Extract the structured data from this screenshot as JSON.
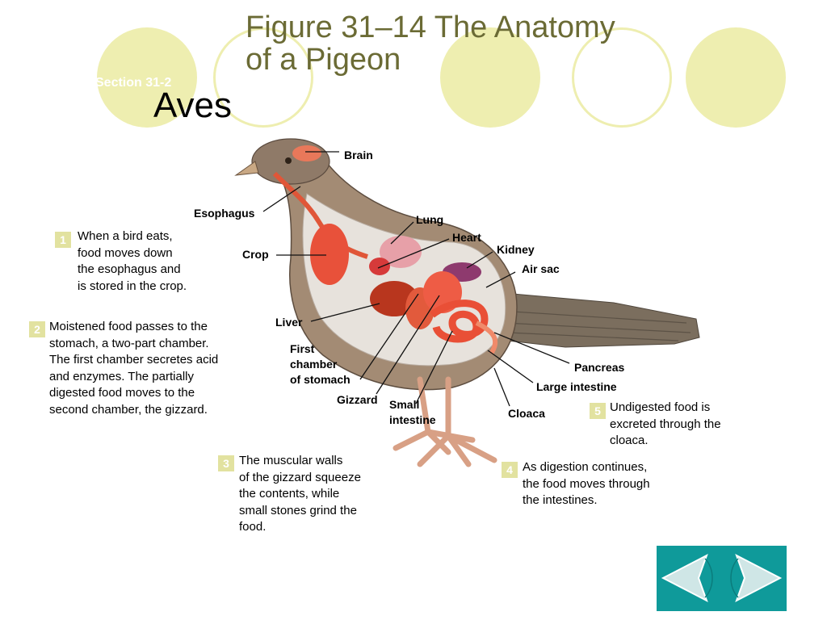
{
  "header": {
    "section": "Section 31-2",
    "figure_title_line1": "Figure 31–14 The Anatomy",
    "figure_title_line2": "of a Pigeon",
    "subtitle": "Aves"
  },
  "labels": {
    "brain": "Brain",
    "esophagus": "Esophagus",
    "lung": "Lung",
    "heart": "Heart",
    "kidney": "Kidney",
    "air_sac": "Air sac",
    "crop": "Crop",
    "liver": "Liver",
    "first_chamber_l1": "First",
    "first_chamber_l2": "chamber",
    "first_chamber_l3": "of stomach",
    "gizzard": "Gizzard",
    "small_intestine_l1": "Small",
    "small_intestine_l2": "intestine",
    "pancreas": "Pancreas",
    "large_intestine": "Large intestine",
    "cloaca": "Cloaca"
  },
  "steps": [
    {
      "number": "1",
      "lines": [
        "When a bird eats,",
        "food moves down",
        "the esophagus and",
        "is stored in the crop."
      ]
    },
    {
      "number": "2",
      "lines": [
        "Moistened food passes to the",
        "stomach, a two-part chamber.",
        "The first chamber secretes acid",
        "and enzymes. The partially",
        "digested food moves to the",
        "second chamber, the gizzard."
      ]
    },
    {
      "number": "3",
      "lines": [
        "The muscular walls",
        "of the gizzard squeeze",
        "the contents, while",
        "small stones grind the",
        "food."
      ]
    },
    {
      "number": "4",
      "lines": [
        "As digestion continues,",
        "the food moves through",
        "the intestines."
      ]
    },
    {
      "number": "5",
      "lines": [
        "Undigested food is",
        "excreted through the",
        "cloaca."
      ]
    }
  ],
  "navigation": {
    "back_icon": "left-arrow-icon",
    "forward_icon": "right-arrow-icon"
  },
  "colors": {
    "title": "#6b6b35",
    "circle": "#eeeeb0",
    "badge": "#e2e2a0",
    "nav_bg": "#0f9a9a",
    "organ": "#e8513a"
  }
}
